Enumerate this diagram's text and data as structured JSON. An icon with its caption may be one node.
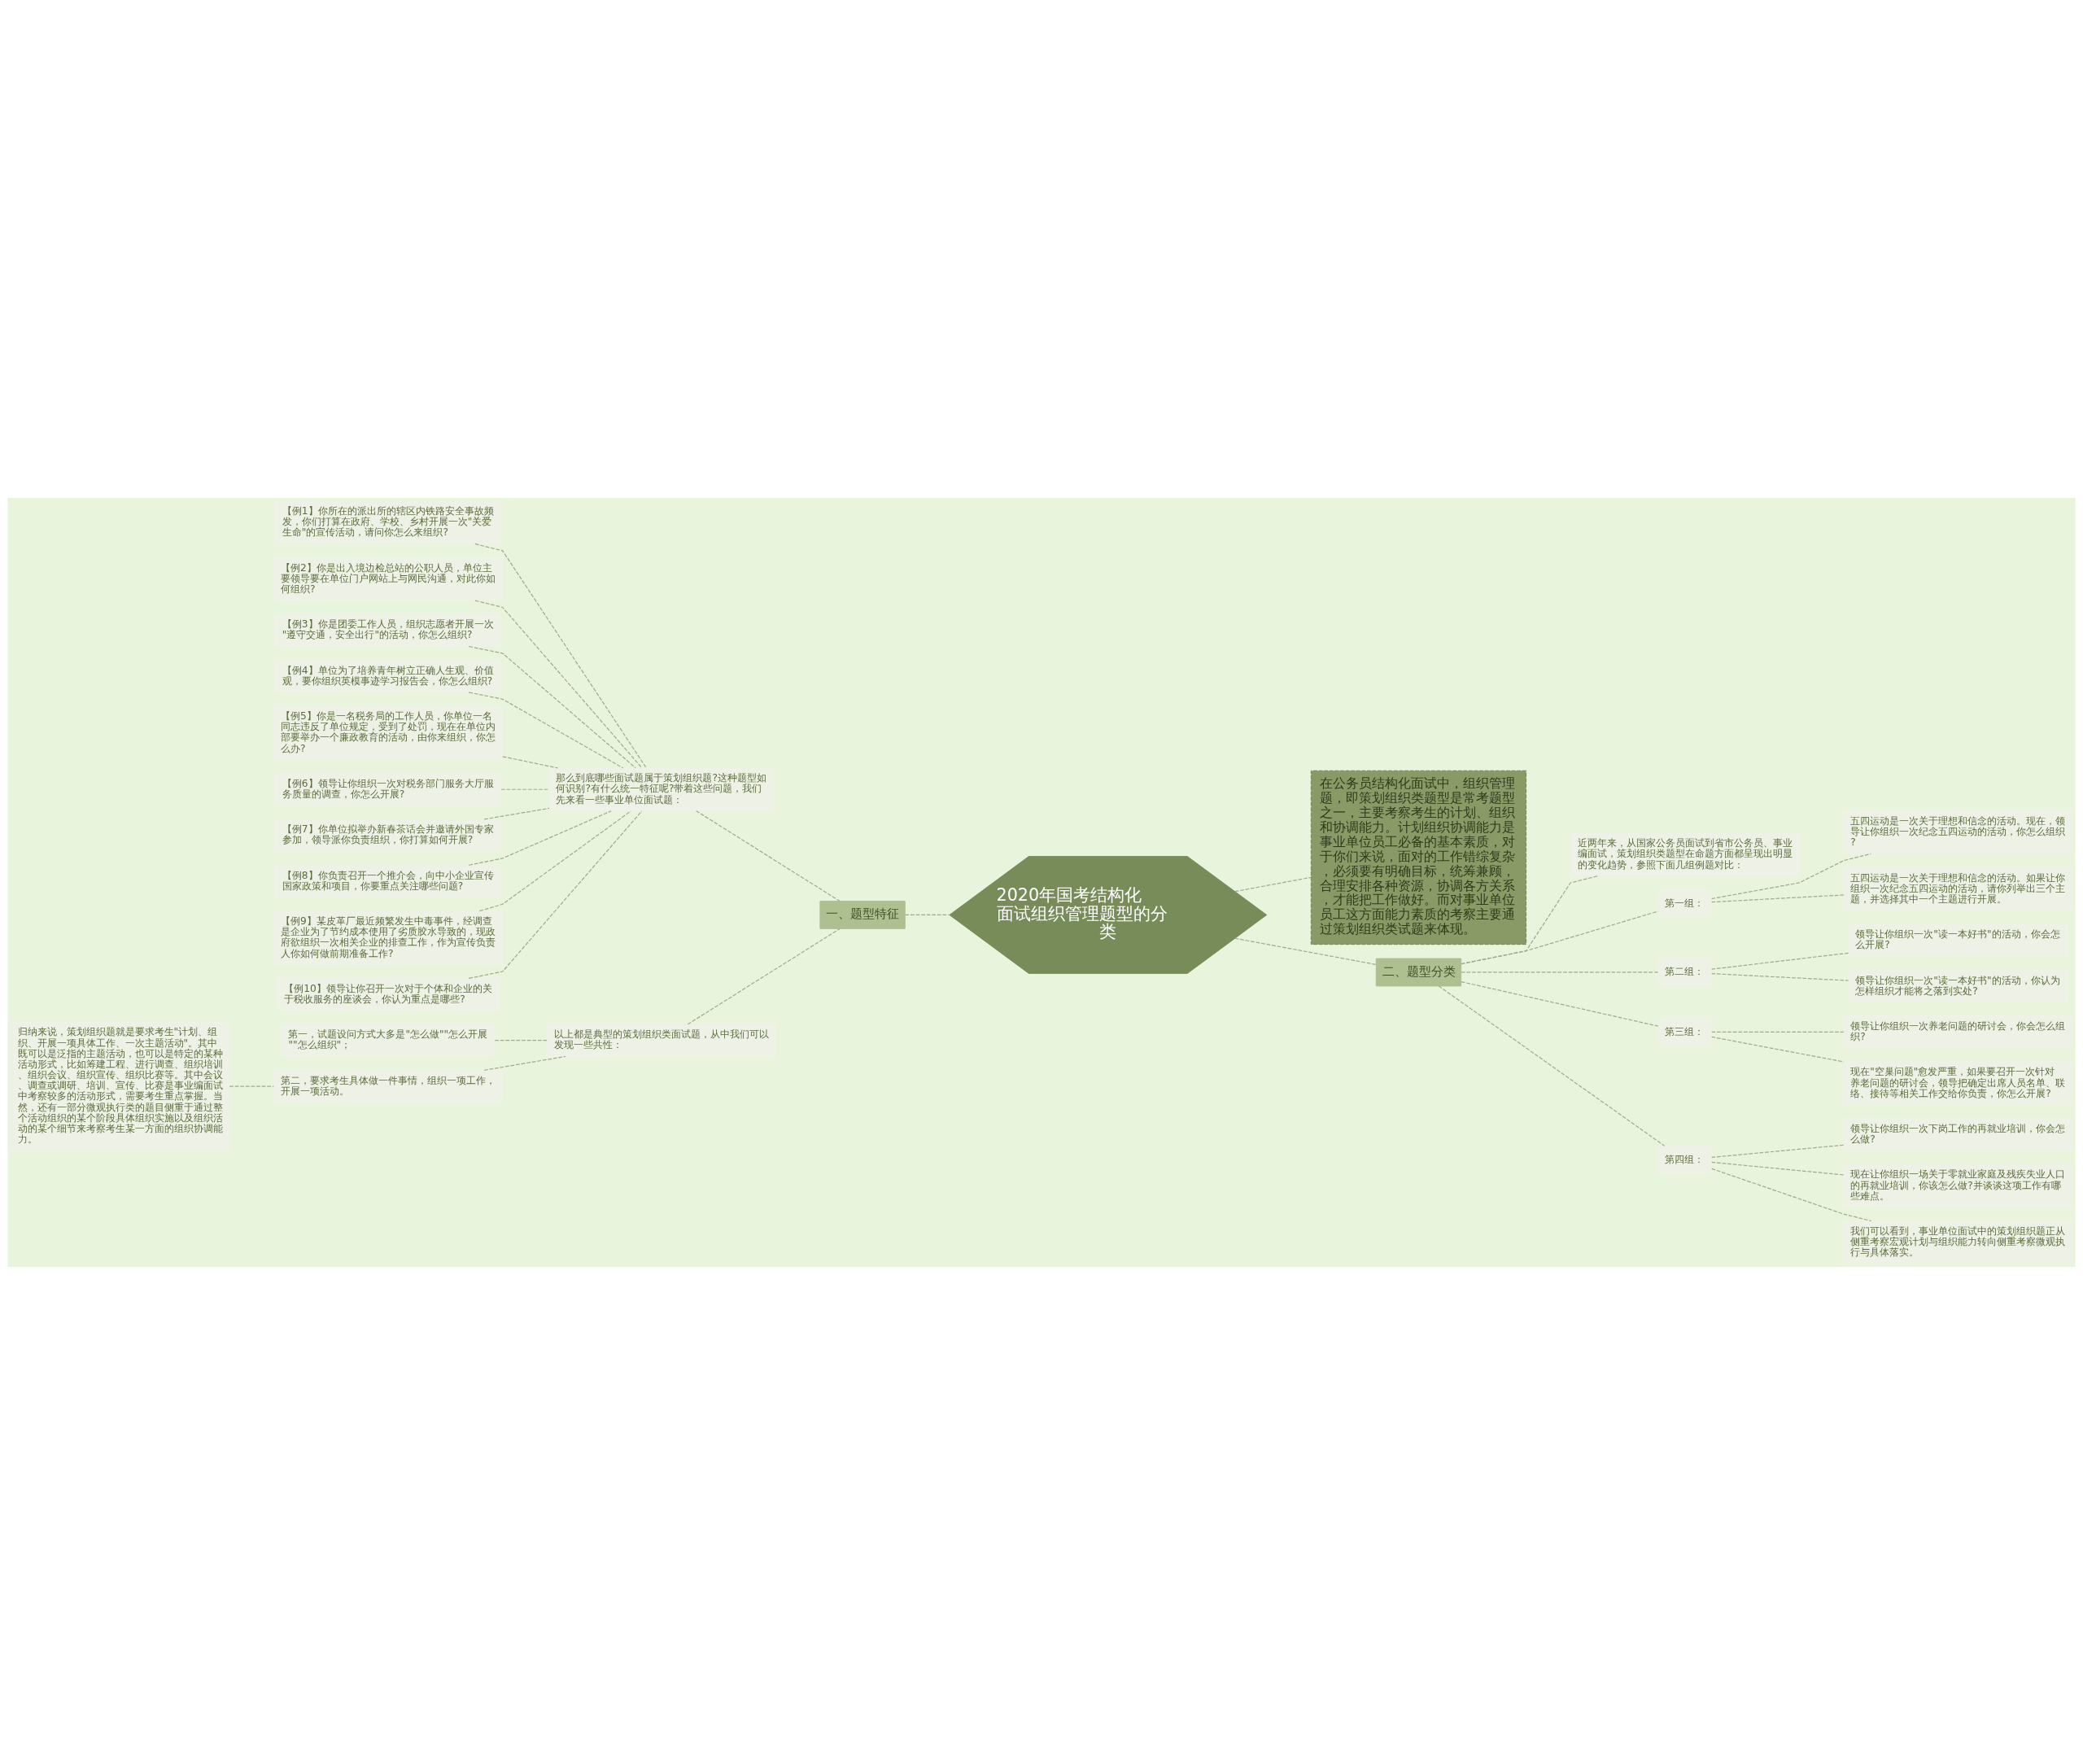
{
  "diagram": {
    "nodes": [
      {
        "text": [
          "2020年国考结构化面试组织管理题型的分类"
        ]
      },
      {
        "text": [
          "一、题型特征"
        ]
      },
      {
        "text": [
          "那么到底哪些面试题属于策划组织题?这种题型如何识别?有什么统一特征呢?带着这些问题，我们先来看一些事业单位面试题："
        ]
      },
      {
        "text": [
          "【例1】你所在的派出所的辖区内铁路安全事故频发，你们打算在政府、学校、乡村开展一次\"关爱生命\"的宣传活动，请问你怎么来组织?"
        ]
      },
      {
        "text": [
          "【例2】你是出入境边检总站的公职人员，单位主要领导要在单位门户网站上与网民沟通，对此你如何组织?"
        ]
      },
      {
        "text": [
          "【例3】你是团委工作人员，组织志愿者开展一次\"遵守交通，安全出行\"的活动，你怎么组织?"
        ]
      },
      {
        "text": [
          "【例4】单位为了培养青年树立正确人生观、价值观，要你组织英模事迹学习报告会，你怎么组织?"
        ]
      },
      {
        "text": [
          "【例5】你是一名税务局的工作人员，你单位一名同志违反了单位规定，受到了处罚，现在在单位内部要举办一个廉政教育的活动，由你来组织，你怎么办?"
        ]
      },
      {
        "text": [
          "【例6】领导让你组织一次对税务部门服务大厅服务质量的调查，你怎么开展?"
        ]
      },
      {
        "text": [
          "【例7】你单位拟举办新春茶话会并邀请外国专家参加，领导派你负责组织，你打算如何开展?"
        ]
      },
      {
        "text": [
          "【例8】你负责召开一个推介会，向中小企业宣传国家政策和项目，你要重点关注哪些问题?"
        ]
      },
      {
        "text": [
          "【例9】某皮革厂最近频繁发生中毒事件，经调查是企业为了节约成本使用了劣质胶水导致的，现政府欲组织一次相关企业的排查工作，作为宣传负责人你如何做前期准备工作?"
        ]
      },
      {
        "text": [
          "【例10】领导让你召开一次对于个体和企业的关于税收服务的座谈会，你认为重点是哪些?"
        ]
      },
      {
        "text": [
          "以上都是典型的策划组织类面试题，从中我们可以发现一些共性："
        ]
      },
      {
        "text": [
          "第一，试题设问方式大多是\"怎么做\"\"怎么开展\"\"怎么组织\"；"
        ]
      },
      {
        "text": [
          "第二，要求考生具体做一件事情，组织一项工作，开展一项活动。"
        ]
      },
      {
        "text": [
          "归纳来说，策划组织题就是要求考生\"计划、组织、开展一项具体工作、一次主题活动\"。其中既可以是泛指的主题活动，也可以是特定的某种活动形式，比如筹建工程、进行调查、组织培训、组织会议、组织宣传、组织比赛等。其中会议、调查或调研、培训、宣传、比赛是事业编面试中考察较多的活动形式，需要考生重点掌握。当然，还有一部分微观执行类的题目侧重于通过整个活动组织的某个阶段具体组织实施以及组织活动的某个细节来考察考生某一方面的组织协调能力。"
        ]
      },
      {
        "text": [
          "在公务员结构化面试中，组织管理题，即策划组织类题型是常考题型之一，主要考察考生的计划、组织和协调能力。计划组织协调能力是事业单位员工必备的基本素质，对于你们来说，面对的工作错综复杂，必须要有明确目标，统筹兼顾，合理安排各种资源，协调各方关系，才能把工作做好。而对事业单位员工这方面能力素质的考察主要通过策划组织类试题来体现。"
        ]
      },
      {
        "text": [
          "二、题型分类"
        ]
      },
      {
        "text": [
          "近两年来，从国家公务员面试到省市公务员、事业编面试，策划组织类题型在命题方面都呈现出明显的变化趋势，参照下面几组例题对比："
        ]
      },
      {
        "text": [
          "第一组："
        ]
      },
      {
        "text": [
          "五四运动是一次关于理想和信念的活动。现在，领导让你组织一次纪念五四运动的活动，你怎么组织?"
        ]
      },
      {
        "text": [
          "五四运动是一次关于理想和信念的活动。如果让你组织一次纪念五四运动的活动，请你列举出三个主题，并选择其中一个主题进行开展。"
        ]
      },
      {
        "text": [
          "第二组："
        ]
      },
      {
        "text": [
          "领导让你组织一次\"读一本好书\"的活动，你会怎么开展?"
        ]
      },
      {
        "text": [
          "领导让你组织一次\"读一本好书\"的活动，你认为怎样组织才能将之落到实处?"
        ]
      },
      {
        "text": [
          "第三组："
        ]
      },
      {
        "text": [
          "领导让你组织一次养老问题的研讨会，你会怎么组织?"
        ]
      },
      {
        "text": [
          "现在\"空巢问题\"愈发严重，如果要召开一次针对养老问题的研讨会，领导把确定出席人员名单、联络、接待等相关工作交给你负责，你怎么开展?"
        ]
      },
      {
        "text": [
          "第四组："
        ]
      },
      {
        "text": [
          "领导让你组织一次下岗工作的再就业培训，你会怎么做?"
        ]
      },
      {
        "text": [
          "现在让你组织一场关于零就业家庭及残疾失业人口的再就业培训，你该怎么做?并谈谈这项工作有哪些难点。"
        ]
      },
      {
        "text": [
          "我们可以看到，事业单位面试中的策划组织题正从侧重考察宏观计划与组织能力转向侧重考察微观执行与具体落实。"
        ]
      }
    ],
    "edges": [
      {
        "from": 0,
        "to": 1,
        "arrow": "none"
      },
      {
        "from": 1,
        "to": 2,
        "arrow": "none"
      },
      {
        "from": 2,
        "to": 3,
        "arrow": "none"
      },
      {
        "from": 2,
        "to": 4,
        "arrow": "none"
      },
      {
        "from": 2,
        "to": 5,
        "arrow": "none"
      },
      {
        "from": 2,
        "to": 6,
        "arrow": "none"
      },
      {
        "from": 2,
        "to": 7,
        "arrow": "none"
      },
      {
        "from": 2,
        "to": 8,
        "arrow": "none"
      },
      {
        "from": 2,
        "to": 9,
        "arrow": "none"
      },
      {
        "from": 2,
        "to": 10,
        "arrow": "none"
      },
      {
        "from": 2,
        "to": 11,
        "arrow": "none"
      },
      {
        "from": 2,
        "to": 12,
        "arrow": "none"
      },
      {
        "from": 1,
        "to": 13,
        "arrow": "none"
      },
      {
        "from": 13,
        "to": 14,
        "arrow": "none"
      },
      {
        "from": 13,
        "to": 15,
        "arrow": "none"
      },
      {
        "from": 15,
        "to": 16,
        "arrow": "none"
      },
      {
        "from": 0,
        "to": 17,
        "arrow": "none"
      },
      {
        "from": 0,
        "to": 18,
        "arrow": "none"
      },
      {
        "from": 18,
        "to": 19,
        "arrow": "none"
      },
      {
        "from": 18,
        "to": 20,
        "arrow": "none"
      },
      {
        "from": 20,
        "to": 21,
        "arrow": "none"
      },
      {
        "from": 20,
        "to": 22,
        "arrow": "none"
      },
      {
        "from": 18,
        "to": 23,
        "arrow": "none"
      },
      {
        "from": 23,
        "to": 24,
        "arrow": "none"
      },
      {
        "from": 23,
        "to": 25,
        "arrow": "none"
      },
      {
        "from": 18,
        "to": 26,
        "arrow": "none"
      },
      {
        "from": 26,
        "to": 27,
        "arrow": "none"
      },
      {
        "from": 26,
        "to": 28,
        "arrow": "none"
      },
      {
        "from": 18,
        "to": 29,
        "arrow": "none"
      },
      {
        "from": 29,
        "to": 30,
        "arrow": "none"
      },
      {
        "from": 29,
        "to": 31,
        "arrow": "none"
      },
      {
        "from": 29,
        "to": 32,
        "arrow": "none"
      }
    ]
  }
}
